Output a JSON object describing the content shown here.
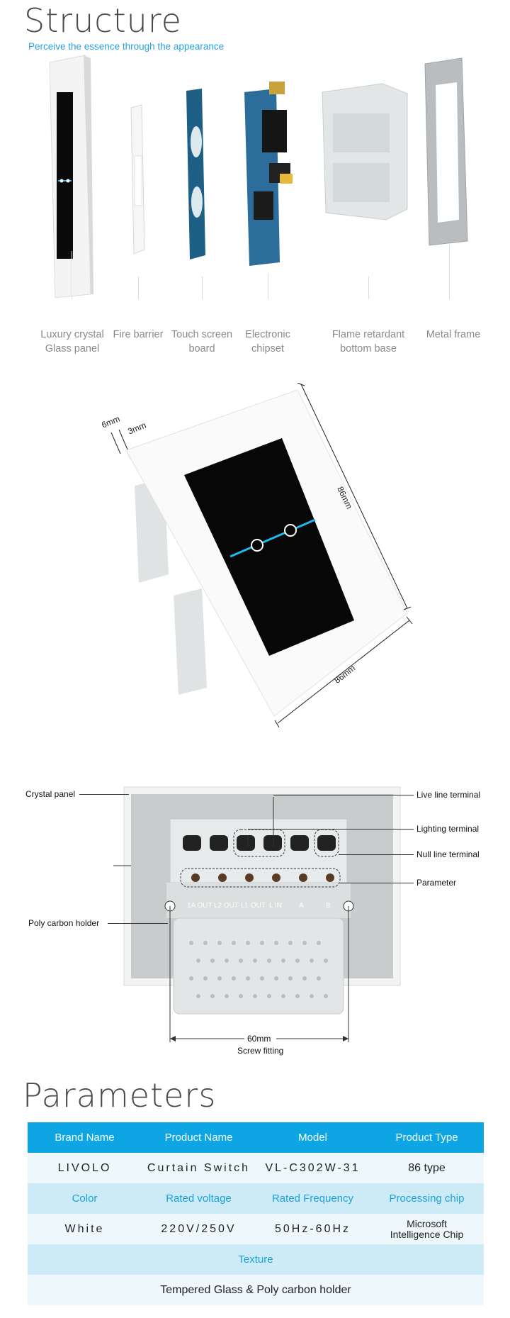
{
  "structure": {
    "title": "Structure",
    "subtitle": "Perceive the essence  through the appearance",
    "parts": [
      {
        "label": "Luxury crystal\nGlass panel"
      },
      {
        "label": "Fire barrier"
      },
      {
        "label": "Touch screen\nboard"
      },
      {
        "label": "Electronic\nchipset"
      },
      {
        "label": "Flame retardant\nbottom base"
      },
      {
        "label": "Metal frame"
      }
    ]
  },
  "dimensions": {
    "depth_outer": "6mm",
    "depth_inner": "3mm",
    "height": "86mm",
    "width": "86mm"
  },
  "back_view": {
    "labels": {
      "crystal_panel": "Crystal panel",
      "poly_carbon_holder": "Poly carbon holder",
      "live_line_terminal": "Live line terminal",
      "lighting_terminal": "Lighting terminal",
      "null_line_terminal": "Null line terminal",
      "parameter": "Parameter"
    },
    "terminal_marks": [
      "1A OUT",
      "L2 OUT",
      "L1 OUT",
      "L IN",
      "A",
      "B"
    ],
    "screw_width": "60mm",
    "screw_caption": "Screw fitting"
  },
  "parameters": {
    "title": "Parameters",
    "headers": [
      "Brand Name",
      "Product Name",
      "Model",
      "Product Type"
    ],
    "values": [
      "LIVOLO",
      "Curtain Switch",
      "VL-C302W-31",
      "86 type"
    ],
    "headers2": [
      "Color",
      "Rated voltage",
      "Rated Frequency",
      "Processing chip"
    ],
    "values2": [
      "White",
      "220V/250V",
      "50Hz-60Hz",
      "Microsoft\nIntelligence Chip"
    ],
    "texture_header": "Texture",
    "texture_value": "Tempered Glass & Poly carbon holder"
  },
  "colors": {
    "accent": "#0ea5e4",
    "light_row": "#cdeaf7",
    "value_row": "#eef7fb",
    "indicator": "#1fb6e8"
  }
}
